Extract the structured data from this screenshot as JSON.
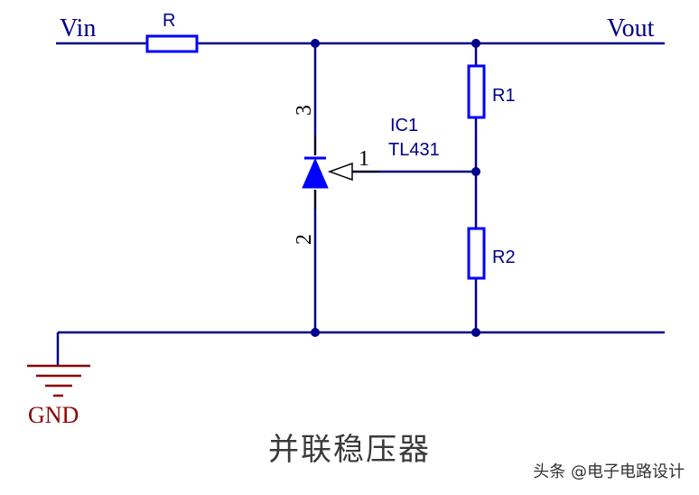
{
  "diagram": {
    "labels": {
      "vin": "Vin",
      "vout": "Vout",
      "r": "R",
      "r1": "R1",
      "r2": "R2",
      "ic_name": "IC1",
      "ic_part": "TL431",
      "pin1": "1",
      "pin2": "2",
      "pin3": "3",
      "gnd": "GND"
    },
    "colors": {
      "wire": "#00008b",
      "component": "#0000ff",
      "label": "#00008b",
      "gnd": "#8b0000"
    }
  },
  "caption": "并联稳压器",
  "watermark": "头条 @电子电路设计"
}
